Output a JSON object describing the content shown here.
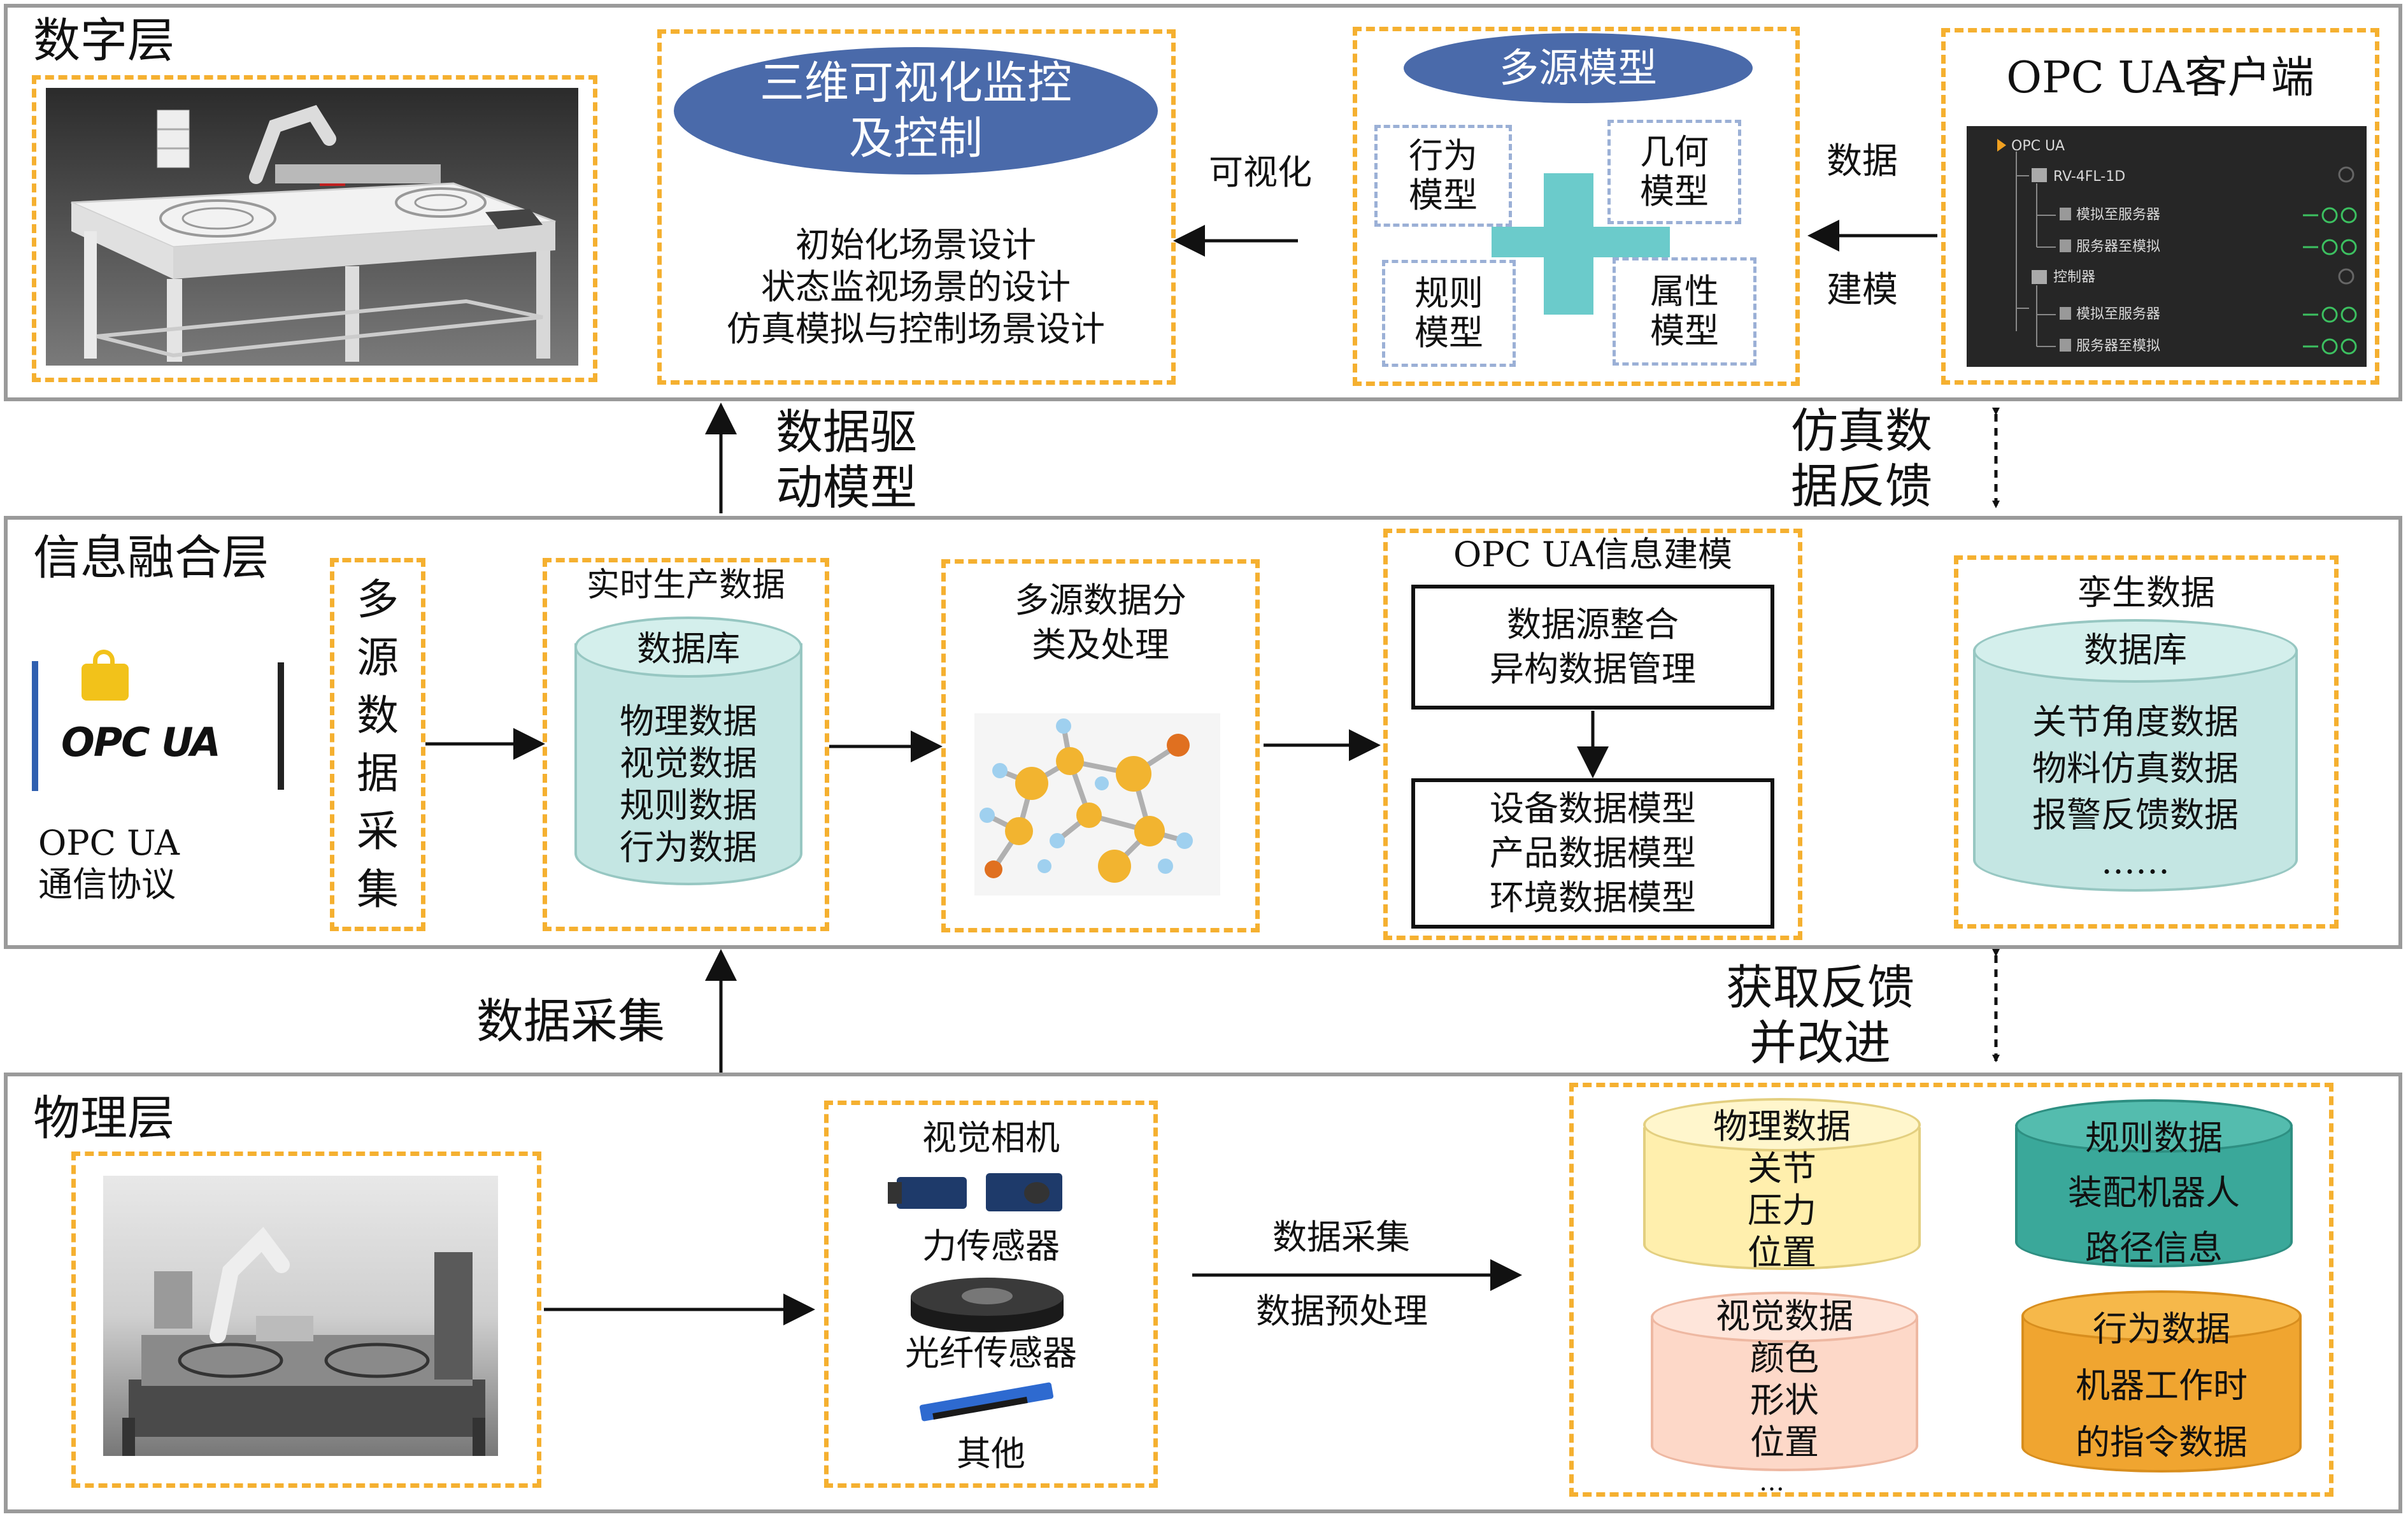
{
  "layers": {
    "digital": "数字层",
    "fusion": "信息融合层",
    "physical": "物理层"
  },
  "digital": {
    "monitor_title": "三维可视化监控\n及控制",
    "monitor_items": "初始化场景设计\n状态监视场景的设计\n仿真模拟与控制场景设计",
    "visualize_label": "可视化",
    "multi_model_title": "多源模型",
    "model_behavior": "行为\n模型",
    "model_geometry": "几何\n模型",
    "model_rule": "规则\n模型",
    "model_attribute": "属性\n模型",
    "data_label": "数据",
    "modeling_label": "建模",
    "opc_client_title": "OPC UA客户端",
    "tree": [
      "OPC UA",
      "RV-4FL-1D",
      "模拟至服务器",
      "服务器至模拟",
      "控制器",
      "模拟至服务器",
      "服务器至模拟"
    ]
  },
  "links": {
    "data_driven": "数据驱\n动模型",
    "sim_feedback": "仿真数\n据反馈",
    "data_collect": "数据采集",
    "get_feedback": "获取反馈\n并改进"
  },
  "fusion": {
    "multi_source": "多\n源\n数\n据\n采\n集",
    "opc_logo": "OPC UA",
    "opc_protocol": "OPC UA\n通信协议",
    "realtime_title": "实时生产数据",
    "db_label": "数据库",
    "db_items": "物理数据\n视觉数据\n规则数据\n行为数据",
    "classify_title": "多源数据分\n类及处理",
    "opc_modeling_title": "OPC UA信息建模",
    "integrate": "数据源整合\n异构数据管理",
    "models": "设备数据模型\n产品数据模型\n环境数据模型",
    "twin_title": "孪生数据",
    "twin_db": "数据库",
    "twin_items": "关节角度数据\n物料仿真数据\n报警反馈数据\n……"
  },
  "physical": {
    "camera": "视觉相机",
    "force": "力传感器",
    "fiber": "光纤传感器",
    "other": "其他",
    "collect": "数据采集",
    "preprocess": "数据预处理",
    "phys_data": "物理数据\n关节\n压力\n位置",
    "rule_data": "规则数据\n装配机器人\n路径信息",
    "visual_data": "视觉数据\n颜色\n形状\n位置",
    "behavior_data": "行为数据\n机器工作时\n的指令数据",
    "ellipsis": "…"
  },
  "colors": {
    "ellipse_blue": "#4a6aaa",
    "teal": "#6bcbcb",
    "cyl_teal": "#c4e6e3",
    "cyl_yellow": "#ffefad",
    "cyl_pink": "#fdd8c8",
    "cyl_green": "#3aa89a",
    "cyl_orange": "#f0a530",
    "dash_orange": "#f5b030"
  }
}
